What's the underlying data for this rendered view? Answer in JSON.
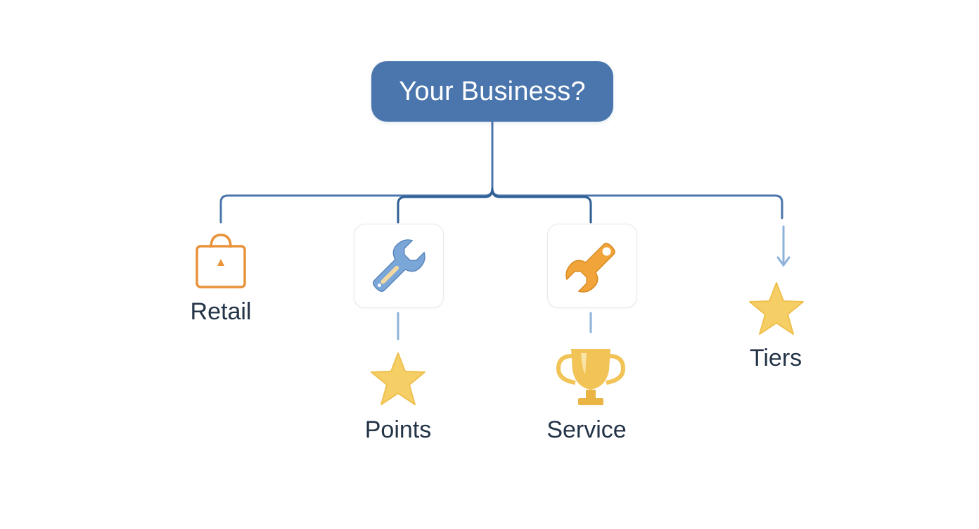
{
  "root": {
    "label": "Your Business?",
    "color": "#4a76ad"
  },
  "branches": [
    {
      "label": "Retail",
      "icon": "shopping-bag-icon"
    },
    {
      "icon": "wrench-icon"
    },
    {
      "icon": "wrench-icon"
    },
    {
      "icon": "arrow-down-icon"
    }
  ],
  "outcomes": [
    {
      "label": "Points",
      "icon": "star-icon"
    },
    {
      "label": "Service",
      "icon": "trophy-icon"
    },
    {
      "label": "Tiers",
      "icon": "star-icon"
    }
  ],
  "colors": {
    "connector": "#4a76ad",
    "retail_icon": "#e8923a",
    "wrench_blue": "#7aa6d8",
    "wrench_orange": "#f0a43a",
    "star": "#f5cf66",
    "trophy": "#f2c457",
    "label_text": "#243447"
  }
}
